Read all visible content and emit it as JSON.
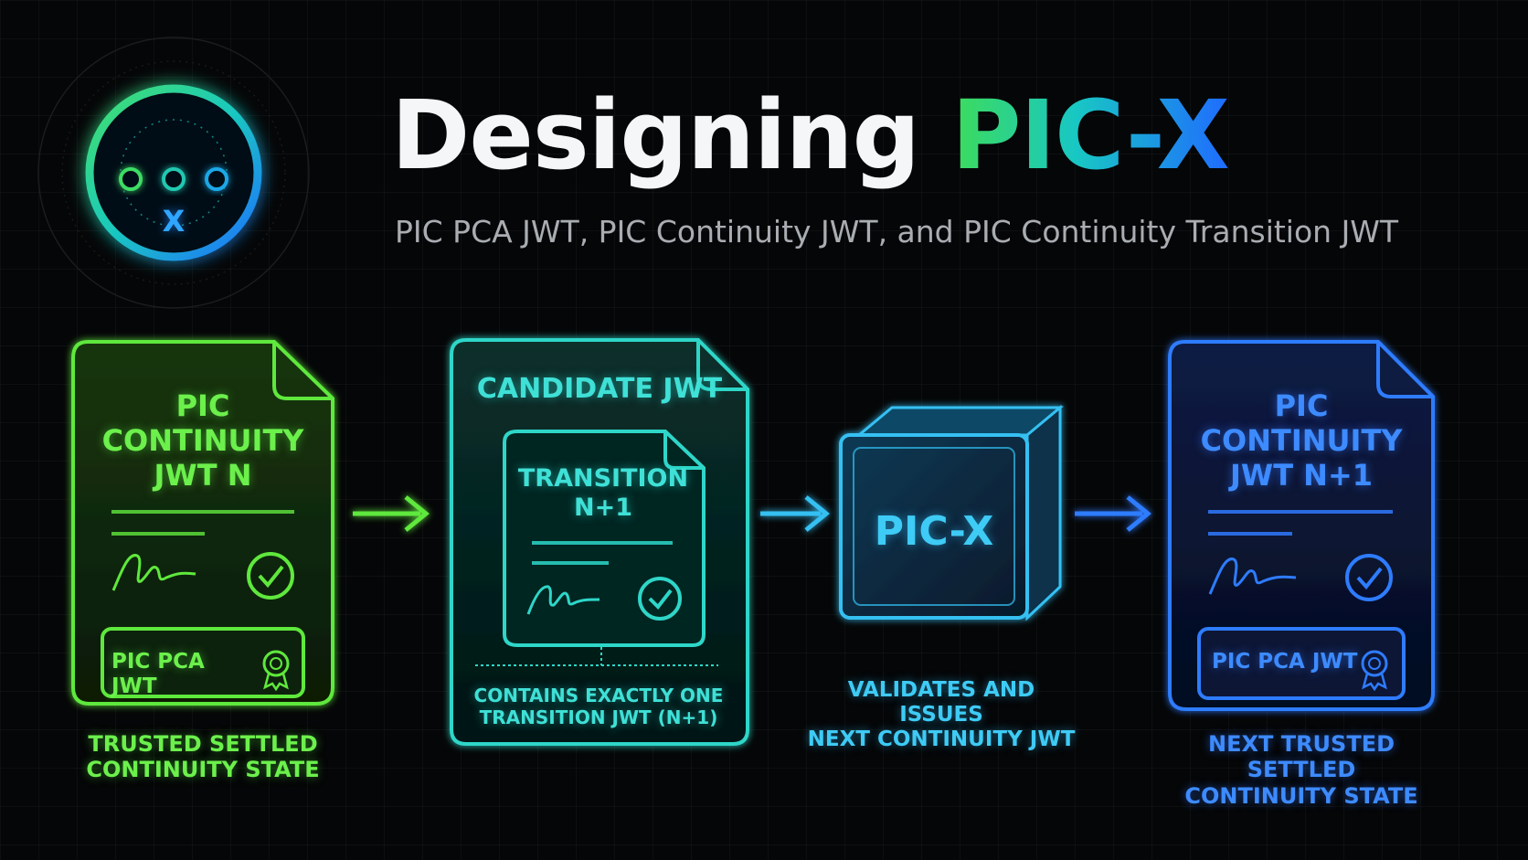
{
  "header": {
    "title_prefix": "Designing",
    "title_highlight": "PIC-X",
    "subtitle": "PIC PCA JWT, PIC Continuity JWT, and PIC Continuity Transition JWT"
  },
  "logo": {
    "mark": "X",
    "icon": "chain-nodes-icon"
  },
  "nodes": [
    {
      "title_lines": [
        "PIC",
        "CONTINUITY",
        "JWT N"
      ],
      "badge": "PIC PCA JWT",
      "caption_lines": [
        "TRUSTED SETTLED",
        "CONTINUITY STATE"
      ],
      "color": "#5fe83c"
    },
    {
      "title": "CANDIDATE JWT",
      "inner_lines": [
        "TRANSITION",
        "N+1"
      ],
      "note_lines": [
        "CONTAINS EXACTLY ONE",
        "TRANSITION JWT (N+1)"
      ],
      "color": "#2fd6c8"
    },
    {
      "label": "PIC-X",
      "caption_lines": [
        "VALIDATES AND ISSUES",
        "NEXT CONTINUITY JWT"
      ],
      "color": "#35c0f2"
    },
    {
      "title_lines": [
        "PIC",
        "CONTINUITY",
        "JWT N+1"
      ],
      "badge": "PIC PCA JWT",
      "caption_lines": [
        "NEXT TRUSTED SETTLED",
        "CONTINUITY STATE"
      ],
      "color": "#2f7bff"
    }
  ],
  "colors": {
    "green": "#5fe83c",
    "teal": "#2fd6c8",
    "cyan": "#35c0f2",
    "blue": "#2f7bff"
  }
}
